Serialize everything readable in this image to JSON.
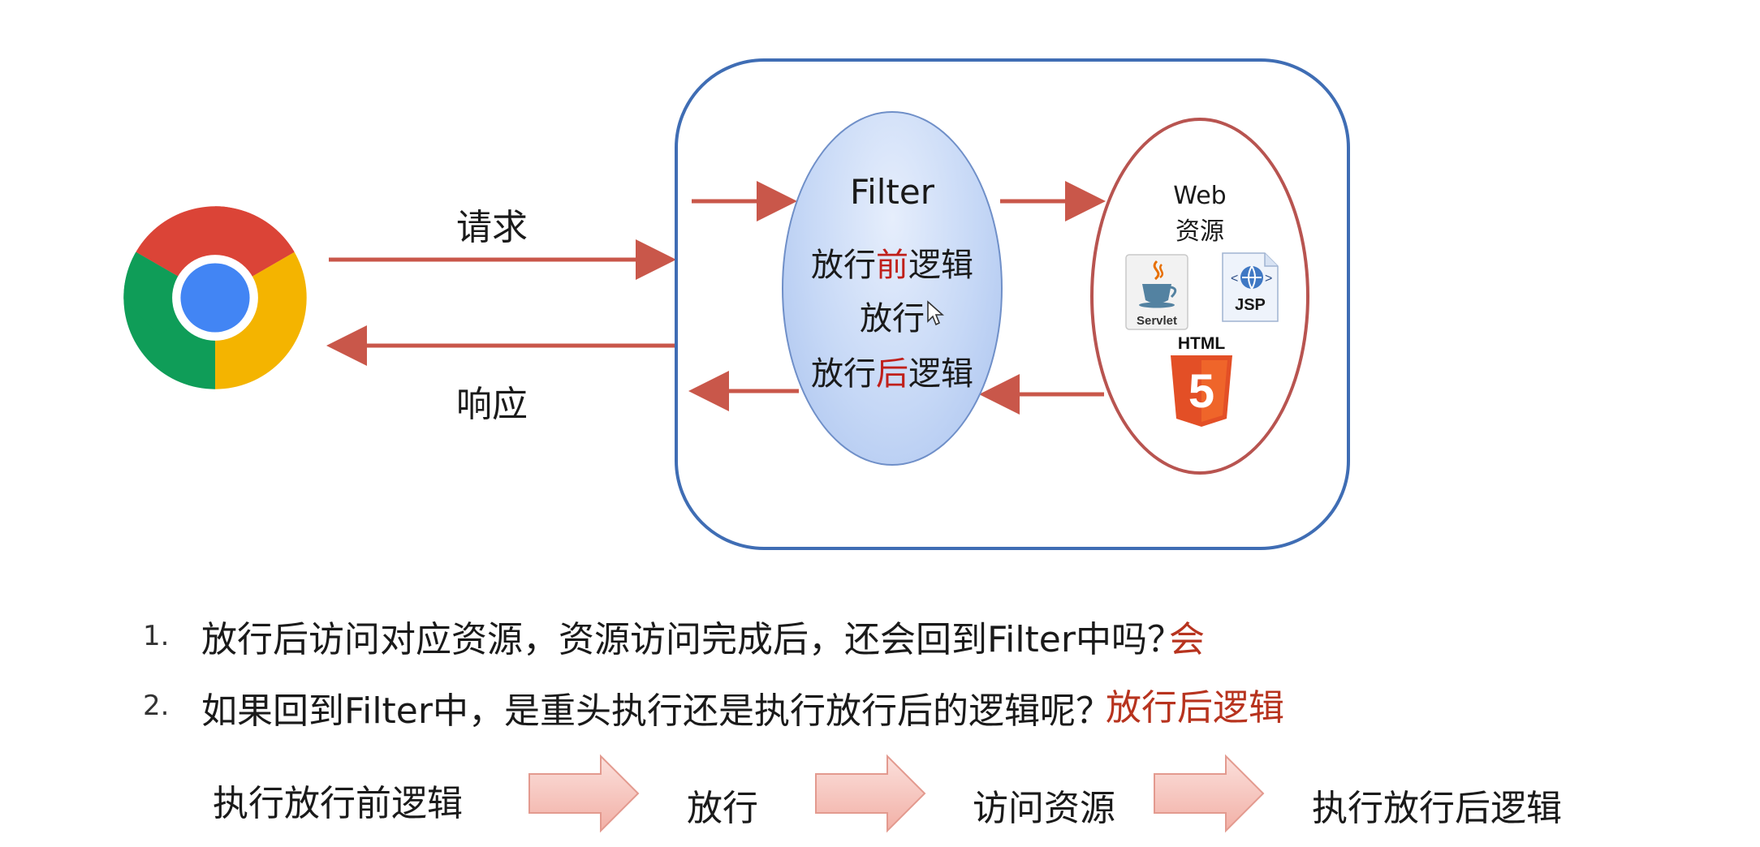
{
  "diagram": {
    "request_label": "请求",
    "response_label": "响应",
    "filter": {
      "title": "Filter",
      "line1_prefix": "放行",
      "line1_highlight": "前",
      "line1_suffix": "逻辑",
      "line2": "放行",
      "line3_prefix": "放行",
      "line3_highlight": "后",
      "line3_suffix": "逻辑"
    },
    "web_resource": {
      "line1": "Web",
      "line2": "资源",
      "servlet_label": "Servlet",
      "jsp_label": "JSP",
      "html_label": "HTML",
      "html_version": "5"
    }
  },
  "questions": [
    {
      "number": "1.",
      "text": "放行后访问对应资源，资源访问完成后，还会回到Filter中吗？",
      "answer": "会"
    },
    {
      "number": "2.",
      "text": "如果回到Filter中，是重头执行还是执行放行后的逻辑呢？",
      "answer": "放行后逻辑"
    }
  ],
  "flow": {
    "steps": [
      "执行放行前逻辑",
      "放行",
      "访问资源",
      "执行放行后逻辑"
    ]
  },
  "colors": {
    "container_border": "#3f6db4",
    "arrow": "#c9574a",
    "web_ellipse_border": "#b85450",
    "highlight_red": "#c0201b",
    "answer_red": "#b7331e",
    "filter_fill": "#c6d8f6",
    "flow_arrow_fill": "#f7c4bd"
  },
  "icons": {
    "browser": "chrome-logo",
    "servlet": "java-cup-icon",
    "jsp": "jsp-icon",
    "html": "html5-icon"
  }
}
